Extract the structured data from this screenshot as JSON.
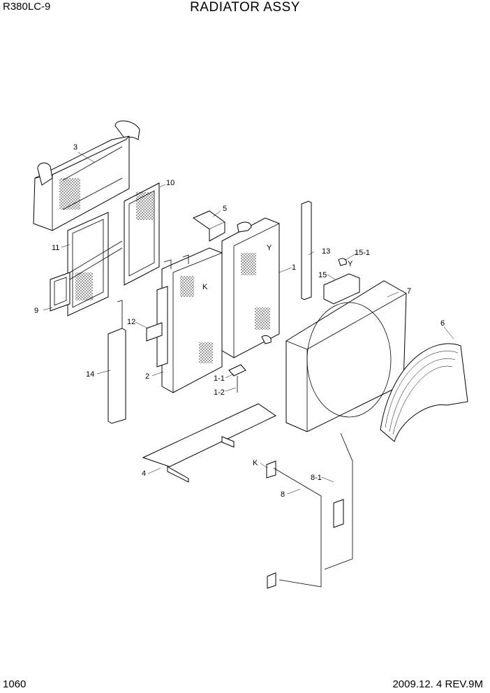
{
  "header": {
    "model": "R380LC-9",
    "title": "RADIATOR ASSY"
  },
  "footer": {
    "page": "1060",
    "revision": "2009.12. 4  REV.9M"
  },
  "callouts": {
    "c1": "1",
    "c1_1": "1-1",
    "c1_2": "1-2",
    "c2": "2",
    "c3": "3",
    "c4": "4",
    "c5": "5",
    "c6": "6",
    "c7": "7",
    "c8": "8",
    "c8_1": "8-1",
    "c9": "9",
    "c10": "10",
    "c11": "11",
    "c12": "12",
    "c13": "13",
    "c14": "14",
    "c15": "15",
    "c15_1": "15-1",
    "k1": "K",
    "k2": "K",
    "y1": "Y",
    "y2": "Y"
  }
}
